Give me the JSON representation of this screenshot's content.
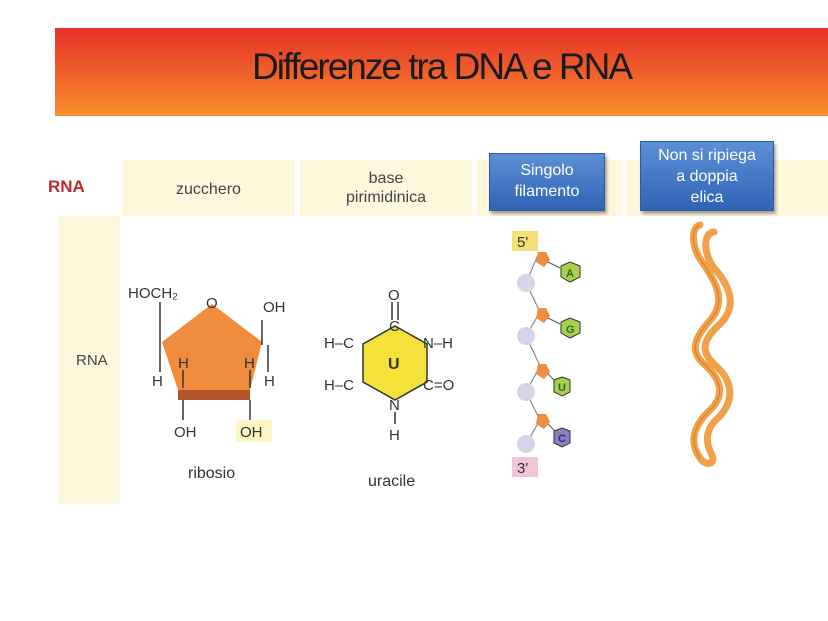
{
  "title": "Differenze tra DNA e RNA",
  "side_label": "RNA",
  "row_label": "RNA",
  "headers": {
    "sugar": "zucchero",
    "base_line1": "base",
    "base_line2": "pirimidinica"
  },
  "boxes": {
    "single_line1": "Singolo",
    "single_line2": "filamento",
    "fold_line1": "Non si ripiega",
    "fold_line2": "a doppia",
    "fold_line3": "elica"
  },
  "ribose": {
    "hoch2": "HOCH₂",
    "ring_o": "O",
    "oh_right": "OH",
    "h1": "H",
    "h2": "H",
    "h3": "H",
    "h4": "H",
    "oh_bottom_left": "OH",
    "oh_bottom_right": "OH",
    "caption": "ribosio"
  },
  "uracil": {
    "o_top": "O",
    "c_top": "C",
    "hc_upper": "H–C",
    "nh": "N–H",
    "center": "U",
    "hc_lower": "H–C",
    "c_o": "C=O",
    "n_bottom": "N",
    "h_bottom": "H",
    "caption": "uracile"
  },
  "strand": {
    "end5": "5'",
    "end3": "3'",
    "bases": [
      "A",
      "G",
      "U",
      "C"
    ]
  },
  "colors": {
    "banner_top": "#e8322a",
    "banner_bottom": "#f7912e",
    "ribose_orange": "#f08c3e",
    "uracil_yellow": "#f4e23a",
    "helix_orange": "#f3a04b",
    "box_blue": "#2f63b4"
  }
}
